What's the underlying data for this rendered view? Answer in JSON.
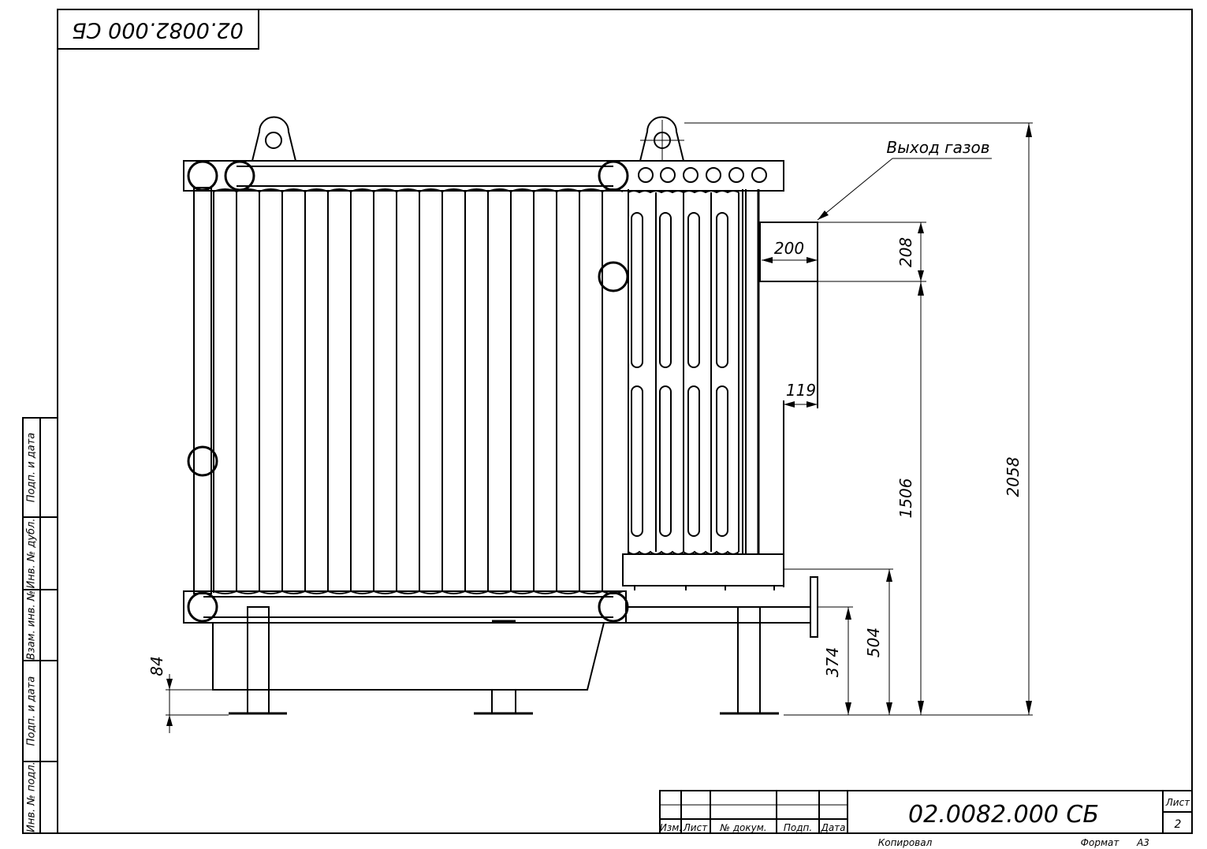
{
  "drawing": {
    "designation": "02.0082.000 СБ",
    "top_stamp": "02.0082.000 СБ",
    "gas_outlet_label": "Выход газов"
  },
  "dimensions": {
    "d200": "200",
    "d208": "208",
    "d119": "119",
    "d1506": "1506",
    "d2058": "2058",
    "d504": "504",
    "d374": "374",
    "d84": "84"
  },
  "title_block": {
    "col_izm": "Изм.",
    "col_list": "Лист",
    "col_doc": "№ докум.",
    "col_podp": "Подп.",
    "col_data": "Дата",
    "sheet_label": "Лист",
    "sheet_number": "2",
    "copied": "Копировал",
    "format_label": "Формат",
    "format_value": "А3"
  },
  "side_strip": {
    "f1": "Подп. и дата",
    "f2": "Инв. № дубл.",
    "f3": "Взам. инв. №",
    "f4": "Подп. и дата",
    "f5": "Инв. № подл."
  }
}
